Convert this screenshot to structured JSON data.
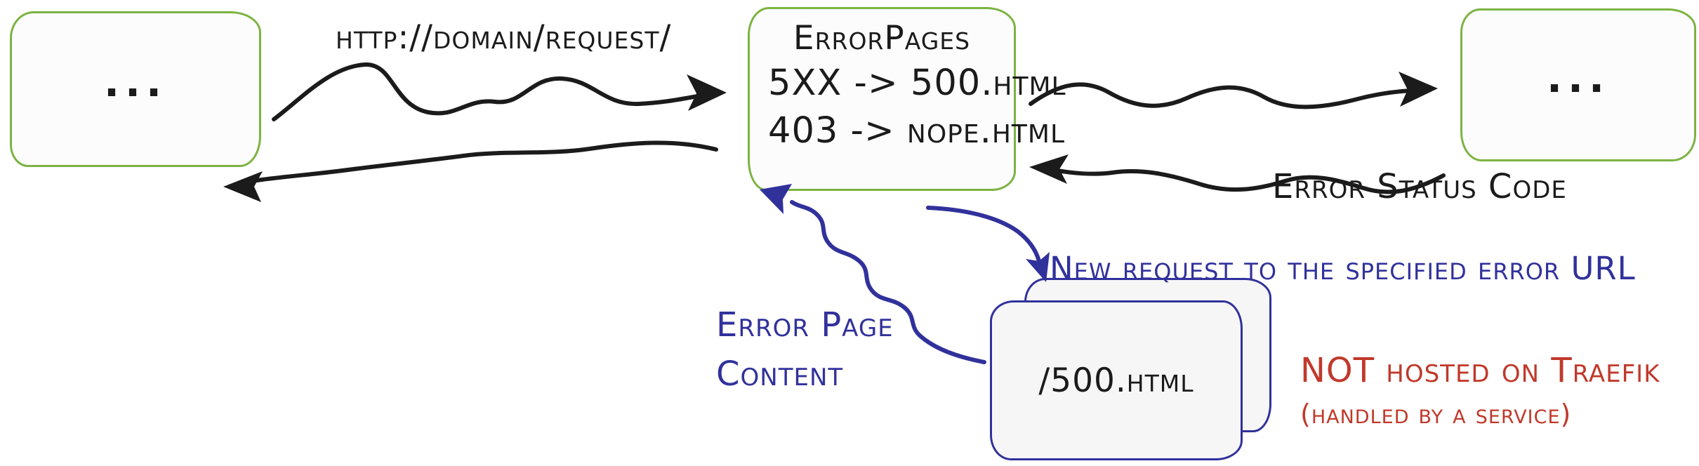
{
  "colors": {
    "green": "#7cb342",
    "blue": "#31319c",
    "red": "#c0392b",
    "ink": "#1b1b1b",
    "background": "#ffffff"
  },
  "left_box": {
    "label": "..."
  },
  "middle_box": {
    "title": "ErrorPages",
    "rules": [
      "5XX -> 500.html",
      "403 -> nope.html"
    ]
  },
  "right_box": {
    "label": "..."
  },
  "error_box": {
    "label": "/500.html"
  },
  "labels": {
    "request_url": "http://domain/request/",
    "error_status_code": "Error Status Code",
    "new_request": "New request to the specified error URL",
    "error_page_content_line1": "Error Page",
    "error_page_content_line2": "Content",
    "not_hosted": "NOT hosted on Traefik",
    "handled_by": "(handled by a service)"
  }
}
